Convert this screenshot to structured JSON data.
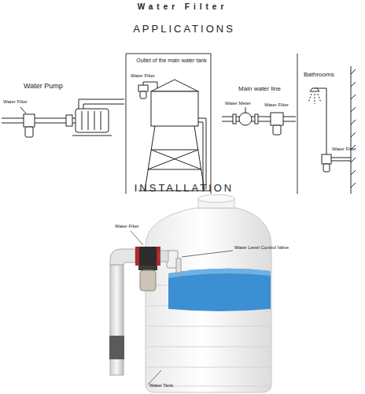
{
  "diagram": {
    "title": "Water Filter",
    "labels": [
      "APPLICATIONS",
      "Water Pump",
      "Water Filter",
      "Outlet of the main water tank",
      "Water Filter",
      "Main water line",
      "Water Meter",
      "Water Filter",
      "Bathrooms",
      "Water Filter",
      "INSTALLATION",
      "Water Filter",
      "Water Level Control Valve",
      "Water Tank"
    ]
  }
}
